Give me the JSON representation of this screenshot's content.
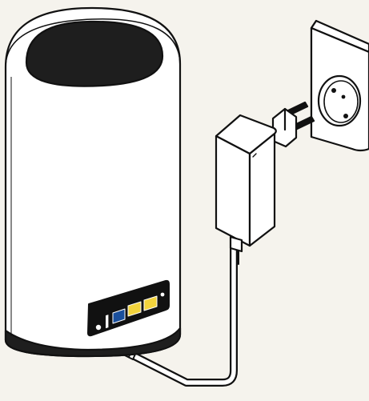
{
  "colors": {
    "background": "#f5f3ed",
    "device_body": "#ffffff",
    "outline": "#111111",
    "top_panel": "#1e1e1e",
    "lan_port": "#1a4f9c",
    "wan_port": "#f2d33c"
  },
  "parts": {
    "router": "router",
    "power_adapter": "power-adapter",
    "wall_socket": "wall-socket",
    "cable": "power-cable",
    "dc_plug": "dc-plug",
    "ports": [
      "power-port",
      "lan-port",
      "yellow-port",
      "yellow-port",
      "status-led"
    ]
  }
}
